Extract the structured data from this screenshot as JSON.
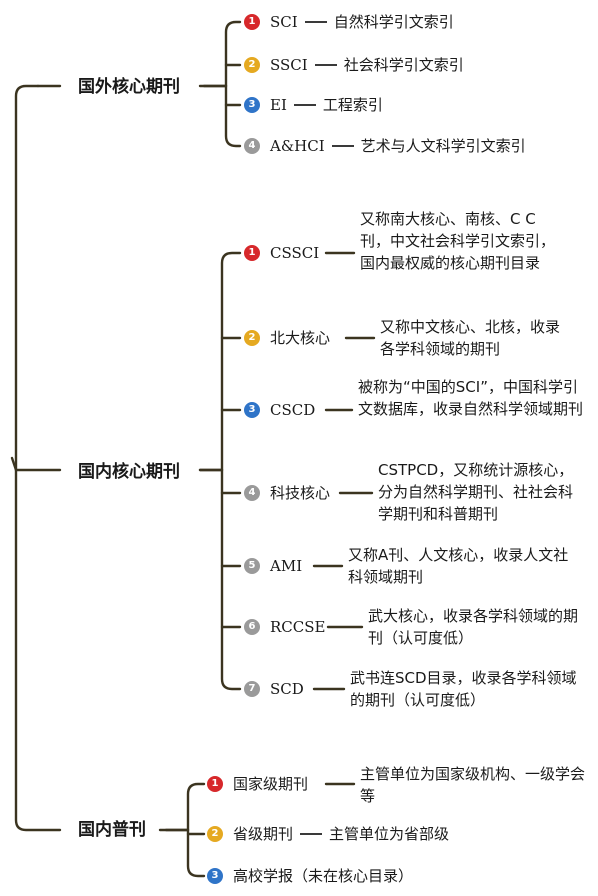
{
  "colors": {
    "line": "#3b3420",
    "badge_red": "#d7282b",
    "badge_yellow": "#e5a921",
    "badge_blue": "#2f74c8",
    "badge_grey": "#9a9a9a"
  },
  "categories": [
    {
      "title": "国外核心期刊",
      "items": [
        {
          "num": "1",
          "badge_color": "red",
          "name": "SCI",
          "desc": "自然科学引文索引"
        },
        {
          "num": "2",
          "badge_color": "yellow",
          "name": "SSCI",
          "desc": "社会科学引文索引"
        },
        {
          "num": "3",
          "badge_color": "blue",
          "name": "EI",
          "desc": "工程索引"
        },
        {
          "num": "4",
          "badge_color": "grey",
          "name": "A&HCI",
          "desc": "艺术与人文科学引文索引"
        }
      ]
    },
    {
      "title": "国内核心期刊",
      "items": [
        {
          "num": "1",
          "badge_color": "red",
          "name": "CSSCI",
          "desc": "又称南大核心、南核、C C刊，中文社会科学引文索引，国内最权威的核心期刊目录"
        },
        {
          "num": "2",
          "badge_color": "yellow",
          "name": "北大核心",
          "desc": "又称中文核心、北核，收录各学科领域的期刊"
        },
        {
          "num": "3",
          "badge_color": "blue",
          "name": "CSCD",
          "desc": "被称为“中国的SCI”，中国科学引文数据库，收录自然科学领域期刊"
        },
        {
          "num": "4",
          "badge_color": "grey",
          "name": "科技核心",
          "desc": "CSTPCD，又称统计源核心，分为自然科学期刊、社社会科学期刊和科普期刊"
        },
        {
          "num": "5",
          "badge_color": "grey",
          "name": "AMI",
          "desc": "又称A刊、人文核心，收录人文社科领域期刊"
        },
        {
          "num": "6",
          "badge_color": "grey",
          "name": "RCCSE",
          "desc": "武大核心，收录各学科领域的期刊（认可度低）"
        },
        {
          "num": "7",
          "badge_color": "grey",
          "name": "SCD",
          "desc": "武书连SCD目录，收录各学科领域的期刊（认可度低）"
        }
      ]
    },
    {
      "title": "国内普刊",
      "items": [
        {
          "num": "1",
          "badge_color": "red",
          "name": "国家级期刊",
          "desc": "主管单位为国家级机构、一级学会等"
        },
        {
          "num": "2",
          "badge_color": "yellow",
          "name": "省级期刊",
          "desc": "主管单位为省部级"
        },
        {
          "num": "3",
          "badge_color": "blue",
          "name": "高校学报（未在核心目录）",
          "desc": ""
        }
      ]
    }
  ]
}
